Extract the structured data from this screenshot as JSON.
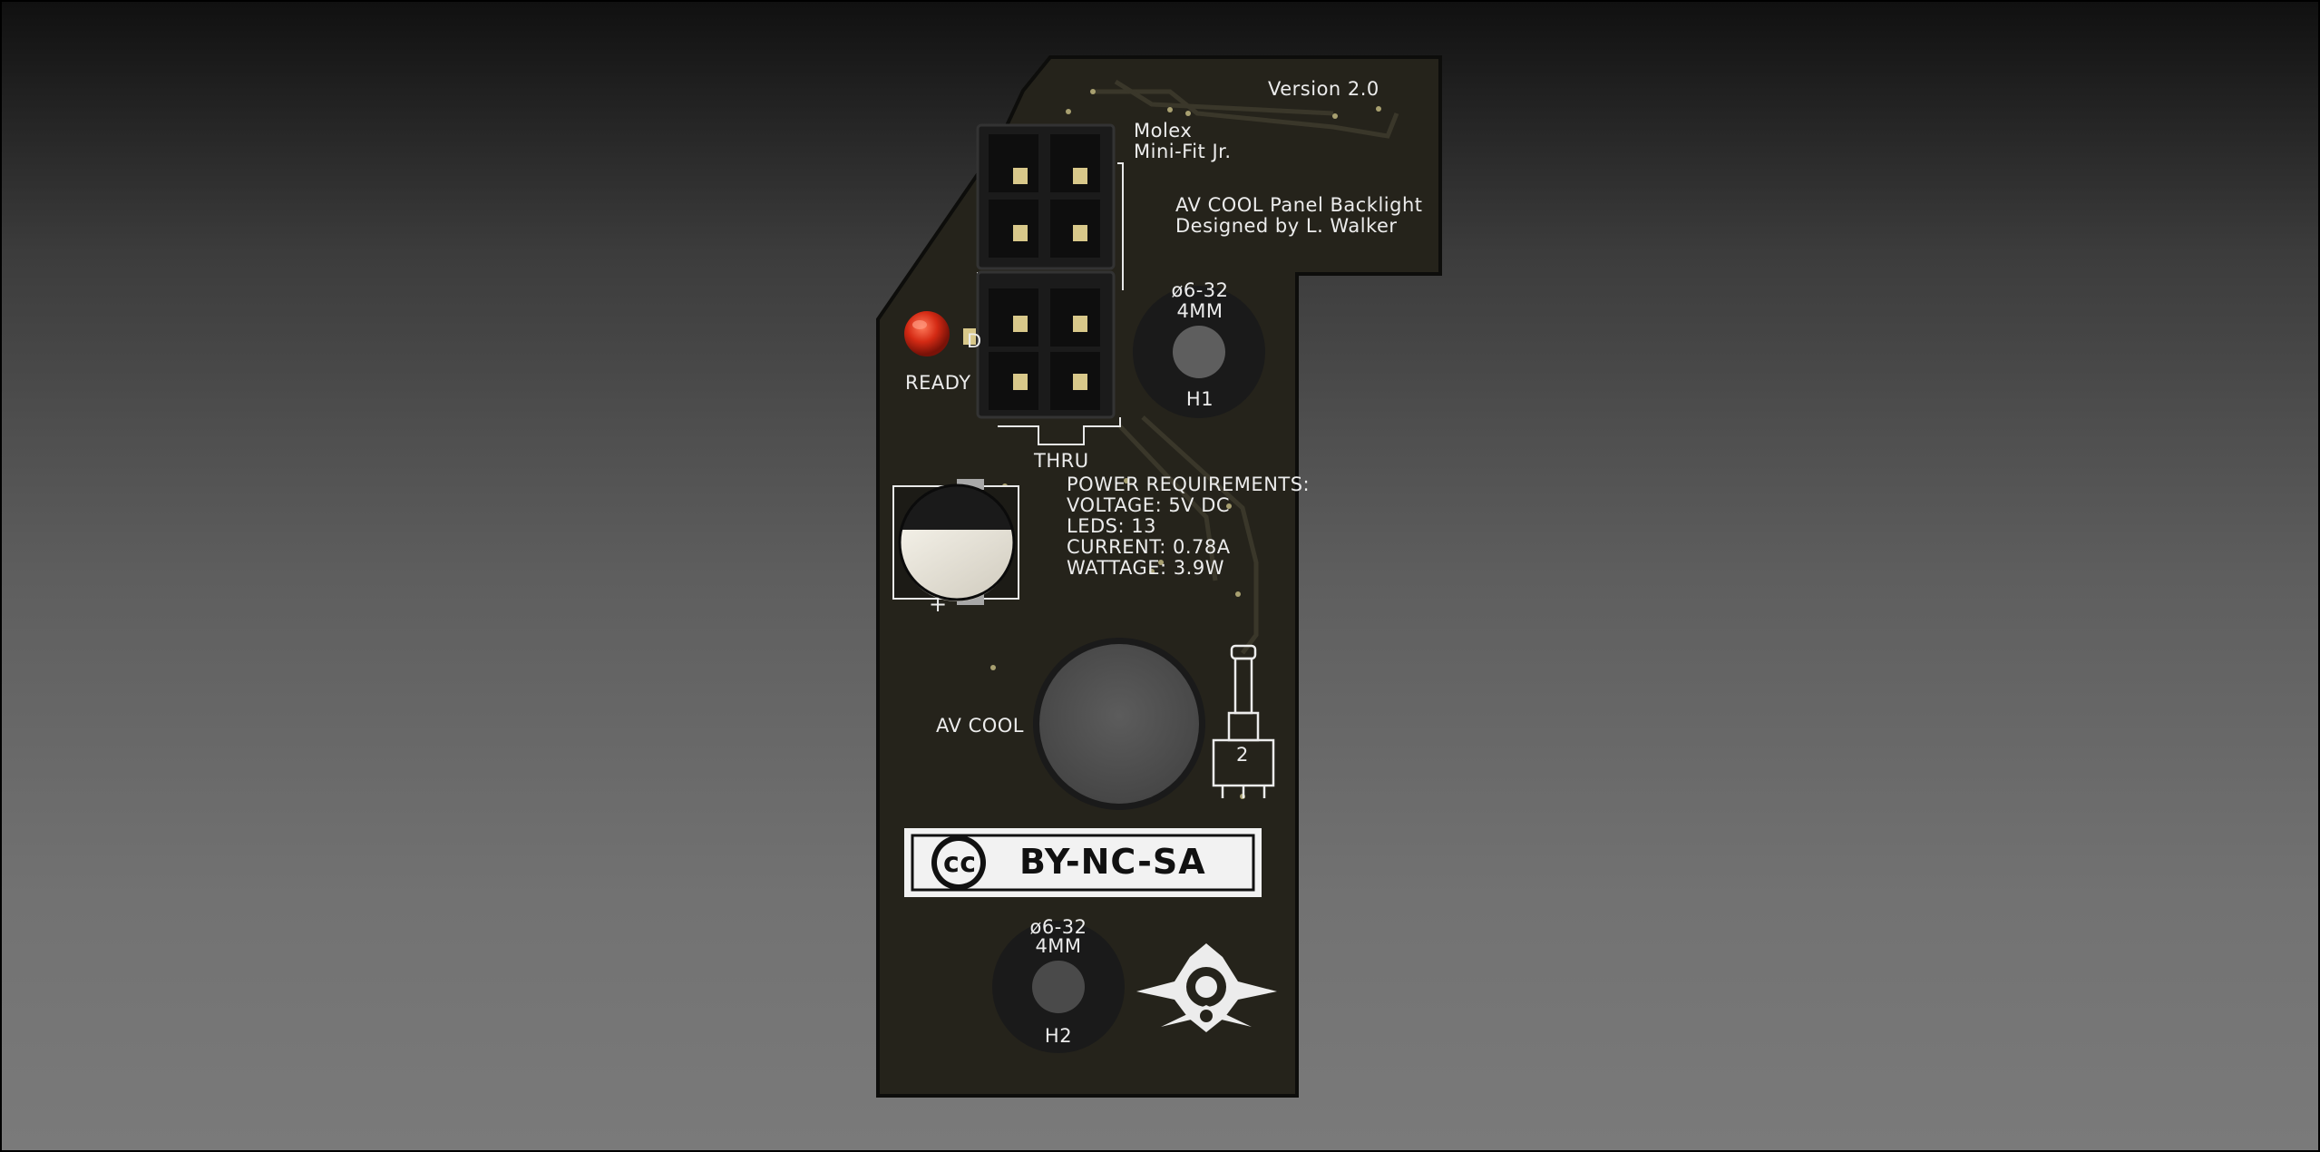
{
  "board": {
    "version": "Version 2.0",
    "connector_maker": "Molex",
    "connector_series": "Mini-Fit Jr.",
    "title_line1": "AV COOL Panel Backlight",
    "title_line2": "Designed by L. Walker",
    "led_label": "READY",
    "led_ref": "D",
    "thru_label": "THRU",
    "power_heading": "POWER REQUIREMENTS:",
    "power_voltage": "VOLTAGE: 5V DC",
    "power_leds": "LEDS: 13",
    "power_current": "CURRENT: 0.78A",
    "power_wattage": "WATTAGE: 3.9W",
    "switch_label": "AV COOL",
    "switch_number": "2",
    "cap_polarity": "+",
    "license_cc": "cc",
    "license_text": "BY-NC-SA",
    "holes": [
      {
        "size": "ø6-32",
        "metric": "4MM",
        "ref": "H1"
      },
      {
        "size": "ø6-32",
        "metric": "4MM",
        "ref": "H2"
      }
    ]
  },
  "colors": {
    "pcb": "#25231b",
    "silkscreen": "#ececec",
    "pad_gold": "#d8c88a",
    "led_red": "#d42a14",
    "connector_black": "#1b1b1b"
  },
  "icons": [
    "creative-commons-icon",
    "jet-squadron-emblem-icon",
    "toggle-switch-icon"
  ]
}
